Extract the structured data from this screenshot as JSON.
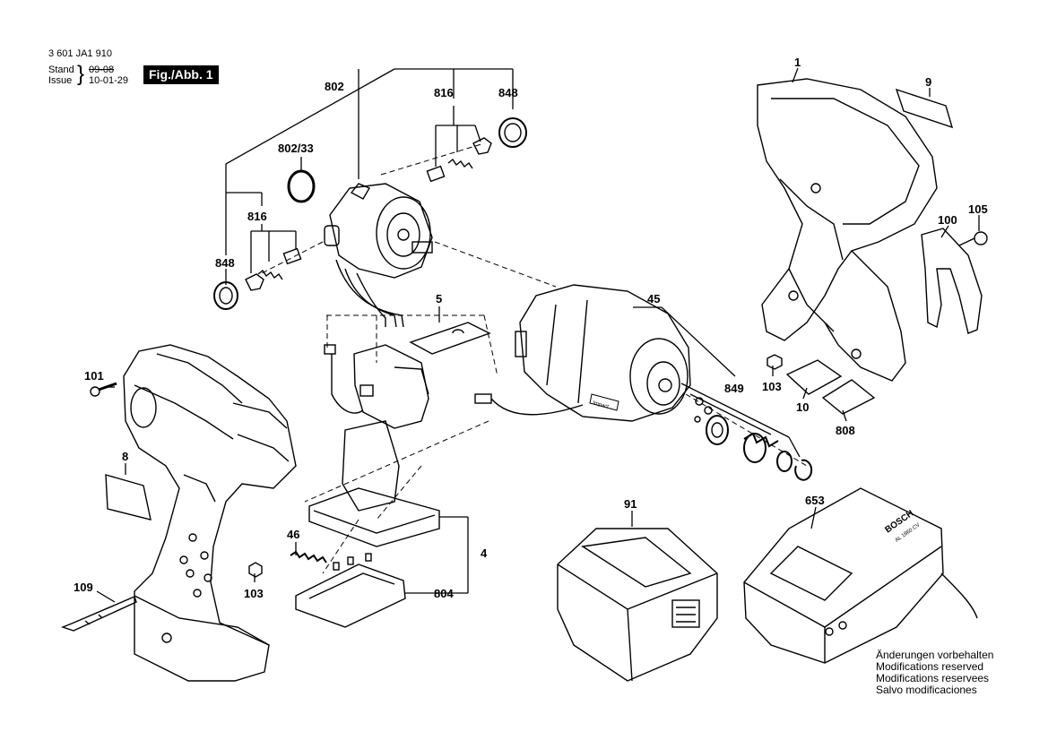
{
  "header": {
    "doc_number": "3 601 JA1 910",
    "stand_label": "Stand",
    "issue_label": "Issue",
    "date_old": "09-08",
    "date_new": "10-01-29",
    "figure": "Fig./Abb. 1"
  },
  "parts": {
    "p1": "1",
    "p9": "9",
    "p105": "105",
    "p100": "100",
    "p802": "802",
    "p816a": "816",
    "p848a": "848",
    "p802_33": "802/33",
    "p816b": "816",
    "p848b": "848",
    "p5": "5",
    "p45": "45",
    "p101": "101",
    "p8": "8",
    "p103a": "103",
    "p849": "849",
    "p10": "10",
    "p808": "808",
    "p91": "91",
    "p653": "653",
    "p4": "4",
    "p46": "46",
    "p804": "804",
    "p109": "109",
    "p103b": "103"
  },
  "markings": {
    "brand": "BOSCH",
    "charger_model": "AL 1860 CV",
    "gearbox_name": "Impact"
  },
  "notes": [
    "Änderungen vorbehalten",
    "Modifications reserved",
    "Modifications reservees",
    "Salvo modificaciones"
  ]
}
